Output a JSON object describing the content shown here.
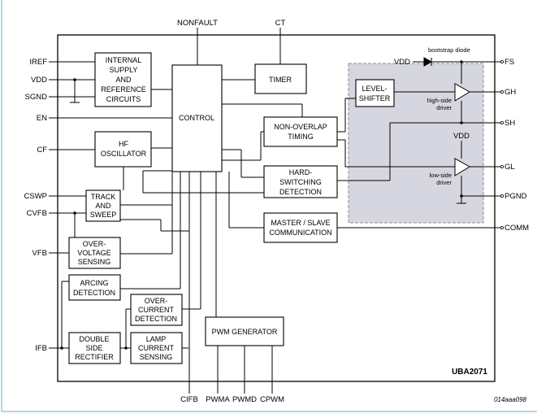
{
  "frame_color": "#8fb9c9",
  "shade_color": "#d6d6e0",
  "chip_name": "UBA2071",
  "reference": "014aaa098",
  "pins": {
    "nonfault": "NONFAULT",
    "ct": "CT",
    "iref": "IREF",
    "vdd": "VDD",
    "sgnd": "SGND",
    "en": "EN",
    "cf": "CF",
    "cswp": "CSWP",
    "cvfb": "CVFB",
    "vfb": "VFB",
    "ifb": "IFB",
    "fs": "FS",
    "gh": "GH",
    "sh": "SH",
    "gl": "GL",
    "pgnd": "PGND",
    "comm": "COMM",
    "cifb": "CIFB",
    "pwma": "PWMA",
    "pwmd": "PWMD",
    "cpwm": "CPWM"
  },
  "blocks": {
    "supply": [
      "INTERNAL",
      "SUPPLY",
      "AND",
      "REFERENCE",
      "CIRCUITS"
    ],
    "control": [
      "CONTROL"
    ],
    "timer": [
      "TIMER"
    ],
    "nonoverlap": [
      "NON-OVERLAP",
      "TIMING"
    ],
    "level_shifter": [
      "LEVEL-",
      "SHIFTER"
    ],
    "hf_osc": [
      "HF",
      "OSCILLATOR"
    ],
    "hardswitch": [
      "HARD-",
      "SWITCHING",
      "DETECTION"
    ],
    "track": [
      "TRACK",
      "AND",
      "SWEEP"
    ],
    "master_slave": [
      "MASTER / SLAVE",
      "COMMUNICATION"
    ],
    "overvoltage": [
      "OVER-",
      "VOLTAGE",
      "SENSING"
    ],
    "arcing": [
      "ARCING",
      "DETECTION"
    ],
    "overcurrent": [
      "OVER-",
      "CURRENT",
      "DETECTION"
    ],
    "rectifier": [
      "DOUBLE",
      "SIDE",
      "RECTIFIER"
    ],
    "lamp": [
      "LAMP",
      "CURRENT",
      "SENSING"
    ],
    "pwm": [
      "PWM GENERATOR"
    ]
  },
  "labels": {
    "bootstrap": "bootstrap diode",
    "vdd_hs": "VDD",
    "vdd_ls": "VDD",
    "high_side": [
      "high-side",
      "driver"
    ],
    "low_side": [
      "low-side",
      "driver"
    ]
  }
}
